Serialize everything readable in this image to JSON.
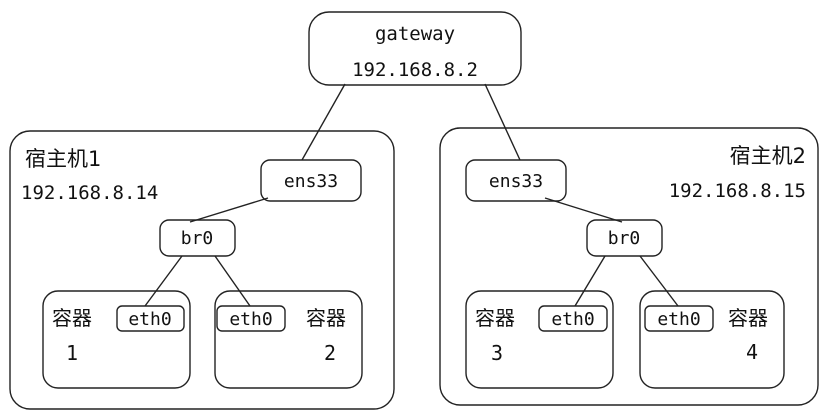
{
  "gateway": {
    "name": "gateway",
    "ip": "192.168.8.2"
  },
  "host1": {
    "title": "宿主机1",
    "ip": "192.168.8.14",
    "nic": "ens33",
    "bridge": "br0",
    "containers": [
      {
        "label": "容器",
        "number": "1",
        "iface": "eth0"
      },
      {
        "label": "容器",
        "number": "2",
        "iface": "eth0"
      }
    ]
  },
  "host2": {
    "title": "宿主机2",
    "ip": "192.168.8.15",
    "nic": "ens33",
    "bridge": "br0",
    "containers": [
      {
        "label": "容器",
        "number": "3",
        "iface": "eth0"
      },
      {
        "label": "容器",
        "number": "4",
        "iface": "eth0"
      }
    ]
  },
  "colors": {
    "stroke": "#222222",
    "text": "#111111",
    "background": "#ffffff"
  }
}
